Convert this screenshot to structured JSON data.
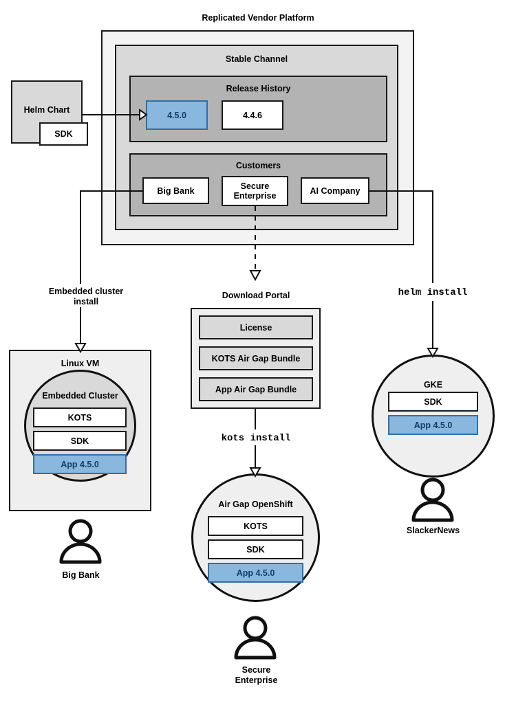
{
  "diagram": {
    "title": "Replicated Vendor Platform"
  },
  "helm_chart": {
    "label": "Helm Chart",
    "sdk_label": "SDK"
  },
  "platform": {
    "channel": {
      "title": "Stable Channel",
      "release_history": {
        "title": "Release History",
        "releases": [
          {
            "version": "4.5.0",
            "state": "active"
          },
          {
            "version": "4.4.6",
            "state": "inactive"
          }
        ]
      },
      "customers": {
        "title": "Customers",
        "items": [
          {
            "name": "Big Bank"
          },
          {
            "name": "Secure\nEnterprise"
          },
          {
            "name": "AI Company"
          }
        ]
      }
    }
  },
  "flows": [
    {
      "id": "embedded-cluster-install",
      "label": "Embedded cluster\ninstall",
      "style": "sans"
    },
    {
      "id": "kots-install",
      "label": "kots install",
      "style": "mono"
    },
    {
      "id": "helm-install",
      "label": "helm install",
      "style": "mono"
    }
  ],
  "download_portal": {
    "title": "Download Portal",
    "artifacts": [
      {
        "label": "License"
      },
      {
        "label": "KOTS Air Gap Bundle"
      },
      {
        "label": "App Air Gap Bundle"
      }
    ]
  },
  "targets": [
    {
      "id": "linux-vm",
      "title": "Linux VM",
      "inner_title": "Embedded Cluster",
      "components": [
        {
          "label": "KOTS",
          "variant": "white"
        },
        {
          "label": "SDK",
          "variant": "white"
        },
        {
          "label": "App 4.5.0",
          "variant": "blue"
        }
      ],
      "actor": "Big Bank"
    },
    {
      "id": "air-gap-openshift",
      "title": "Air Gap OpenShift",
      "components": [
        {
          "label": "KOTS",
          "variant": "white"
        },
        {
          "label": "SDK",
          "variant": "white"
        },
        {
          "label": "App 4.5.0",
          "variant": "blue"
        }
      ],
      "actor": "Secure\nEnterprise"
    },
    {
      "id": "gke",
      "title": "GKE",
      "components": [
        {
          "label": "SDK",
          "variant": "white"
        },
        {
          "label": "App 4.5.0",
          "variant": "blue"
        }
      ],
      "actor": "SlackerNews"
    }
  ],
  "colors": {
    "accent_blue_fill": "#8ab7dd",
    "accent_blue_border": "#2f6fa8",
    "accent_blue_text": "#0f3f6b",
    "outline": "#111111",
    "outer_panel": "#f3f3f3",
    "channel_panel": "#d9d9d9",
    "group_panel": "#b3b3b3",
    "surface_light": "#efefef",
    "surface_grey": "#d9d9d9",
    "surface_white": "#ffffff"
  }
}
